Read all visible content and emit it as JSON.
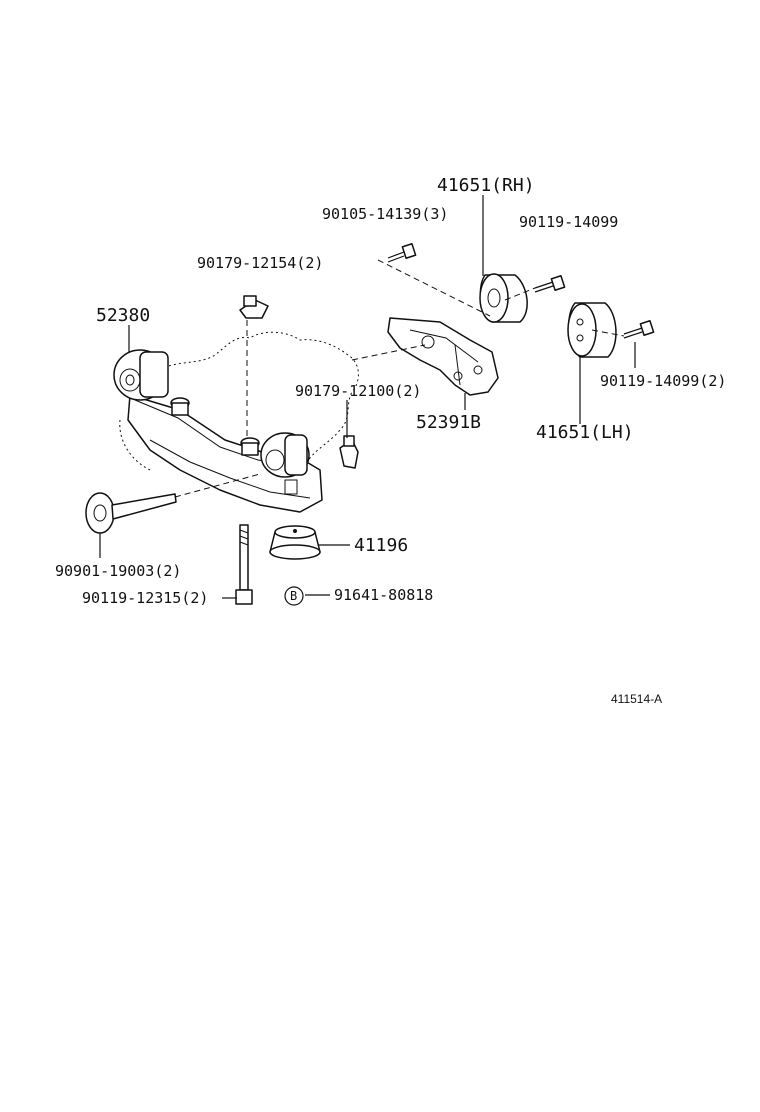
{
  "parts": {
    "p41651_rh": "41651(RH)",
    "p90105": "90105-14139(3)",
    "p90119_14099": "90119-14099",
    "p90179_12154": "90179-12154(2)",
    "p52380": "52380",
    "p90179_12100": "90179-12100(2)",
    "p52391b": "52391B",
    "p41651_lh": "41651(LH)",
    "p90119_14099_2": "90119-14099(2)",
    "p41196": "41196",
    "p90901": "90901-19003(2)",
    "p90119_12315": "90119-12315(2)",
    "p91641": "91641-80818",
    "b_marker": "B"
  },
  "reference_code": "411514-A"
}
